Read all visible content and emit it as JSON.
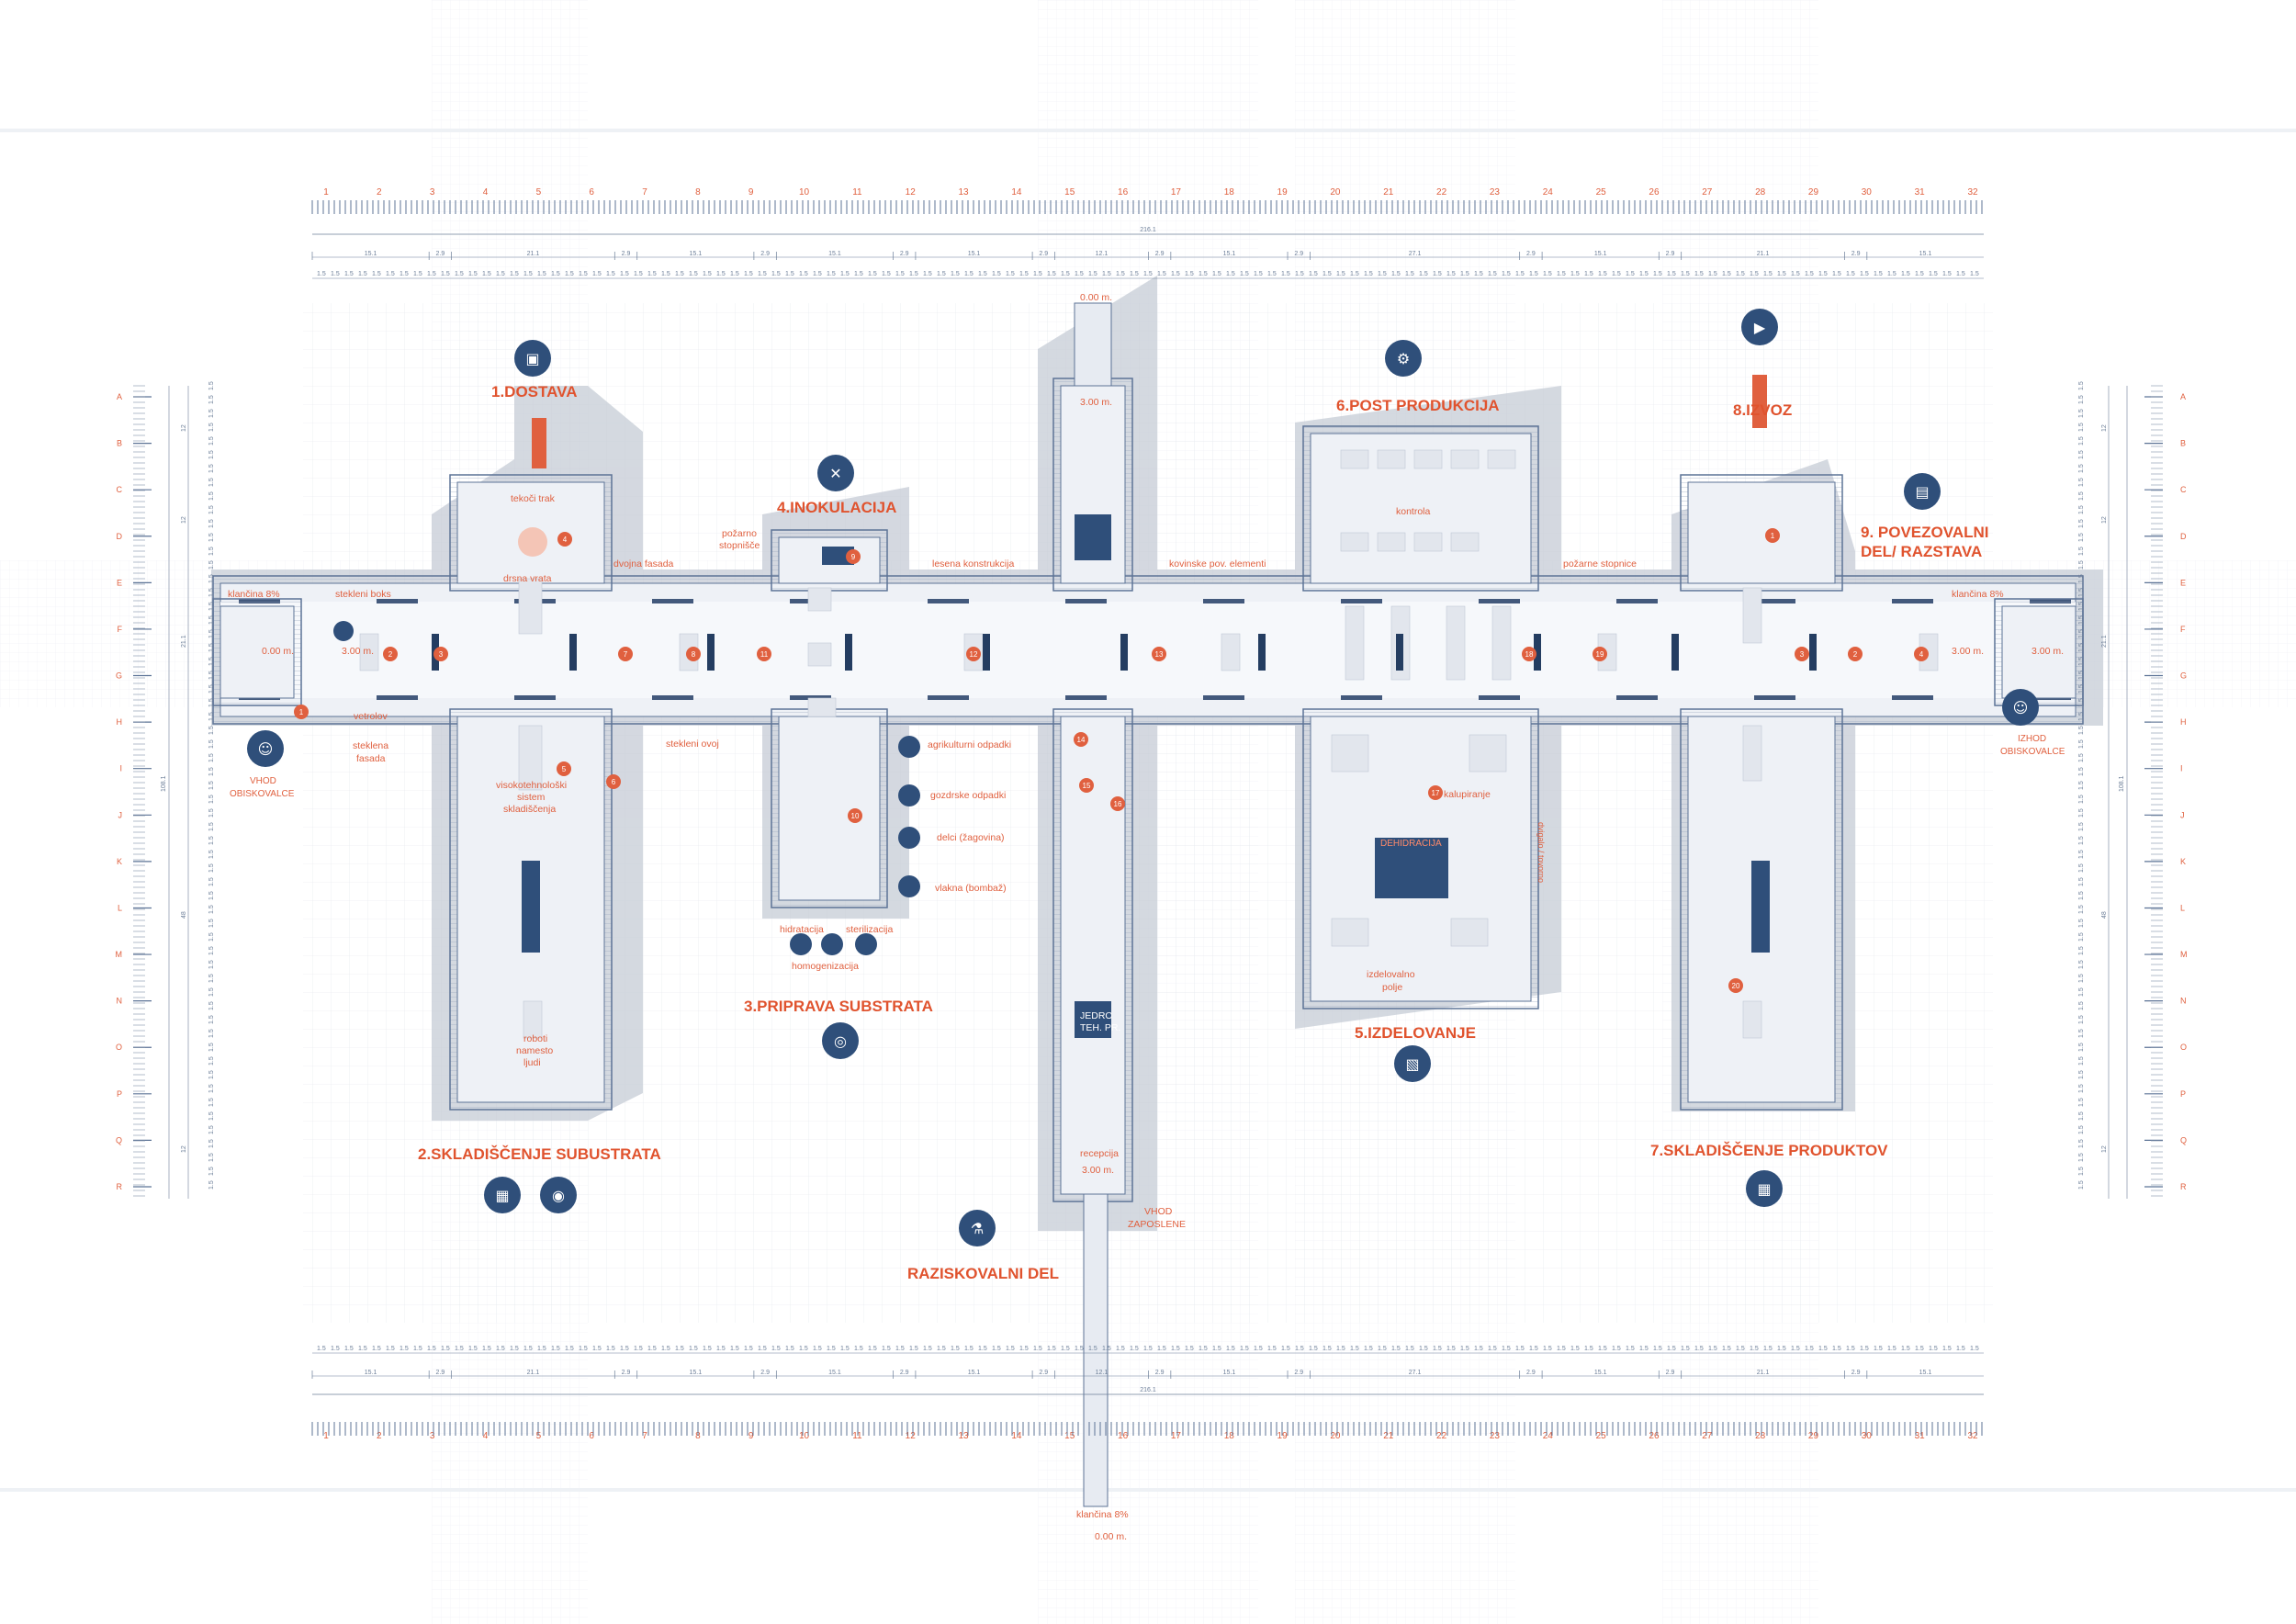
{
  "colors": {
    "accent": "#e0532e",
    "navy": "#2f4f7a",
    "navy_dark": "#243d61",
    "wall": "#5c7396",
    "floor": "#eef1f6",
    "shadow": "#c8cdd6",
    "grid": "#d8dde5"
  },
  "zones": {
    "z1": "1.DOSTAVA",
    "z2": "2.SKLADIŠČENJE SUBUSTRATA",
    "z3": "3.PRIPRAVA SUBSTRATA",
    "z4": "4.INOKULACIJA",
    "z5": "5.IZDELOVANJE",
    "z6": "6.POST PRODUKCIJA",
    "z7": "7.SKLADIŠČENJE PRODUKTOV",
    "z8": "8.IZVOZ",
    "z9a": "9. POVEZOVALNI",
    "z9b": "DEL/ RAZSTAVA",
    "zr": "RAZISKOVALNI DEL"
  },
  "labels": {
    "tekoci_trak": "tekoči trak",
    "drsna_vrata": "drsna vrata",
    "klancina_l": "klančina 8%",
    "klancina_r": "klančina 8%",
    "klancina_b": "klančina 8%",
    "stekleni_boks": "stekleni boks",
    "lvl_000_l": "0.00 m.",
    "lvl_300_l": "3.00 m.",
    "vetrolov": "vetrolov",
    "steklena_1": "steklena",
    "steklena_2": "fasada",
    "vhod_obisk_1": "VHOD",
    "vhod_obisk_2": "OBISKOVALCE",
    "izhod_obisk_1": "IZHOD",
    "izhod_obisk_2": "OBISKOVALCE",
    "dvojna_fasada": "dvojna fasada",
    "pozarno_1": "požarno",
    "pozarno_2": "stopnišče",
    "lesena": "lesena konstrukcija",
    "kovinske": "kovinske pov. elementi",
    "pozarne_stopnice": "požarne stopnice",
    "stekleni_ovoj": "stekleni ovoj",
    "visoko_1": "visokotehnološki",
    "visoko_2": "sistem",
    "visoko_3": "skladiščenja",
    "roboti_1": "roboti",
    "roboti_2": "namesto",
    "roboti_3": "ljudi",
    "agri": "agrikulturni odpadki",
    "gozd": "gozdrske odpadki",
    "delci": "delci (žagovina)",
    "vlakna": "vlakna (bombaž)",
    "hidratacija": "hidratacija",
    "sterilizacija": "sterilizacija",
    "homogenizacija": "homogenizacija",
    "lvl_000_top": "0.00 m.",
    "lvl_300_top": "3.00 m.",
    "lvl_300_r": "3.00 m.",
    "lvl_300_r2": "3.00 m.",
    "lvl_300_bot": "3.00 m.",
    "lvl_000_bot": "0.00 m.",
    "recepcija": "recepcija",
    "vhod_zap_1": "VHOD",
    "vhod_zap_2": "ZAPOSLENE",
    "jedro_1": "JEDRO",
    "jedro_2": "TEH. PR.",
    "kontrola": "kontrola",
    "kalupiranje": "kalupiranje",
    "dehidracija": "DEHIDRACIJA",
    "izdel_1": "izdelovalno",
    "izdel_2": "polje",
    "lift": "dvigalo / tovorno",
    "klancina_8": "klančina 8%"
  },
  "markers": [
    "1",
    "2",
    "3",
    "4",
    "5",
    "6",
    "7",
    "8",
    "9",
    "10",
    "11",
    "12",
    "13",
    "14",
    "15",
    "16",
    "17",
    "18",
    "19",
    "20"
  ],
  "axis_cols": [
    "1",
    "2",
    "3",
    "4",
    "5",
    "6",
    "7",
    "8",
    "9",
    "10",
    "11",
    "12",
    "13",
    "14",
    "15",
    "16",
    "17",
    "18",
    "19",
    "20",
    "21",
    "22",
    "23",
    "24",
    "25",
    "26",
    "27",
    "28",
    "29",
    "30",
    "31",
    "32"
  ],
  "axis_rows": [
    "A",
    "B",
    "C",
    "D",
    "E",
    "F",
    "G",
    "H",
    "I",
    "J",
    "K",
    "L",
    "M",
    "N",
    "O",
    "P",
    "Q",
    "R"
  ],
  "dims": {
    "total": "216.1",
    "segs": [
      "15.1",
      "2.9",
      "21.1",
      "2.9",
      "15.1",
      "2.9",
      "15.1",
      "2.9",
      "15.1",
      "2.9",
      "12.1",
      "2.9",
      "15.1",
      "2.9",
      "27.1",
      "2.9",
      "15.1",
      "2.9",
      "21.1",
      "2.9",
      "15.1"
    ],
    "v_total": "108.1",
    "v_12": "12",
    "v_21": "21.1",
    "v_48": "48",
    "unit": "1.5",
    "three": "3",
    "twelve": "12"
  },
  "icons": {
    "dostava": "box-icon",
    "inokulacija": "syringe-icon",
    "post": "gears-icon",
    "izvoz": "truck-icon",
    "povezovalni": "exhibition-icon",
    "vhod": "person-icon",
    "izhod": "person-icon",
    "skladisce": "warehouse-icon",
    "substrat": "substrate-icon",
    "priprava": "mycelium-icon",
    "izdelovanje": "press-icon",
    "raziskovalni": "microscope-icon",
    "produkti": "warehouse-icon"
  }
}
